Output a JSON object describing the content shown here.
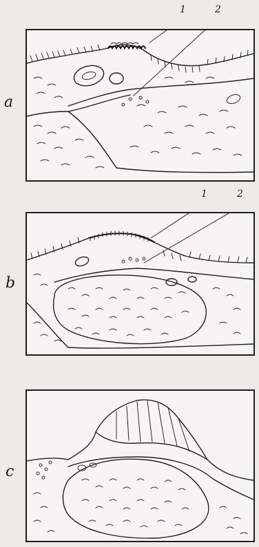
{
  "figure": {
    "panels": [
      {
        "id": "a",
        "label": "a",
        "callouts": [
          "1",
          "2"
        ]
      },
      {
        "id": "b",
        "label": "b",
        "callouts": [
          "1",
          "2"
        ]
      },
      {
        "id": "c",
        "label": "c",
        "callouts": []
      }
    ]
  }
}
